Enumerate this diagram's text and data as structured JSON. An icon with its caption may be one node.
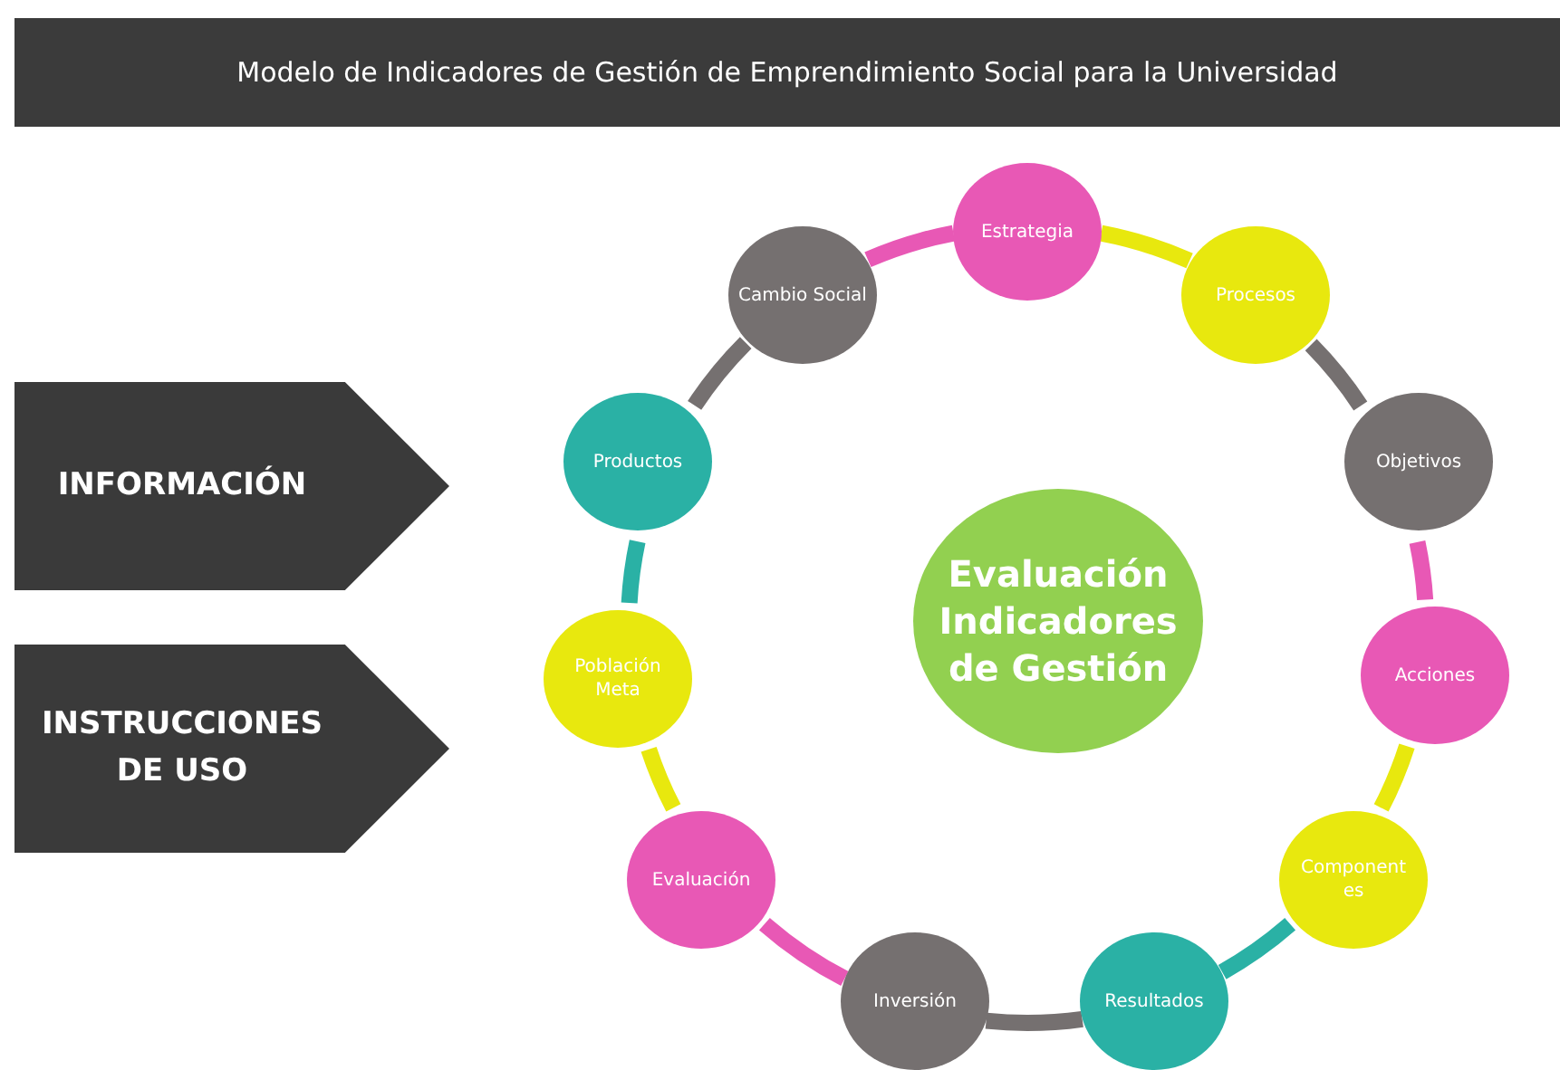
{
  "diagram": {
    "title": "Modelo de Indicadores de Gestión de Emprendimiento Social para la Universidad",
    "nodes": [
      {
        "text": [
          "INFORMACIÓN"
        ]
      },
      {
        "text": [
          "INSTRUCCIONES DE USO"
        ]
      },
      {
        "text": [
          "Evaluación Indicadores de Gestión"
        ]
      },
      {
        "text": [
          "Estrategia"
        ]
      },
      {
        "text": [
          "Procesos"
        ]
      },
      {
        "text": [
          "Objetivos"
        ]
      },
      {
        "text": [
          "Acciones"
        ]
      },
      {
        "text": [
          "Componentes"
        ]
      },
      {
        "text": [
          "Resultados"
        ]
      },
      {
        "text": [
          "Inversión"
        ]
      },
      {
        "text": [
          "Evaluación"
        ]
      },
      {
        "text": [
          "Población Meta"
        ]
      },
      {
        "text": [
          "Productos"
        ]
      },
      {
        "text": [
          "Cambio Social"
        ]
      }
    ],
    "edges": [
      {
        "from": 3,
        "to": 4,
        "arrow": "none",
        "color": "#e8e80e"
      },
      {
        "from": 4,
        "to": 5,
        "arrow": "none",
        "color": "#757070"
      },
      {
        "from": 5,
        "to": 6,
        "arrow": "none",
        "color": "#e858b5"
      },
      {
        "from": 6,
        "to": 7,
        "arrow": "none",
        "color": "#e8e80e"
      },
      {
        "from": 7,
        "to": 8,
        "arrow": "none",
        "color": "#2ab1a5"
      },
      {
        "from": 8,
        "to": 9,
        "arrow": "none",
        "color": "#757070"
      },
      {
        "from": 9,
        "to": 10,
        "arrow": "none",
        "color": "#e858b5"
      },
      {
        "from": 10,
        "to": 11,
        "arrow": "none",
        "color": "#e8e80e"
      },
      {
        "from": 11,
        "to": 12,
        "arrow": "none",
        "color": "#2ab1a5"
      },
      {
        "from": 12,
        "to": 13,
        "arrow": "none",
        "color": "#757070"
      },
      {
        "from": 13,
        "to": 3,
        "arrow": "none",
        "color": "#e858b5"
      }
    ]
  }
}
